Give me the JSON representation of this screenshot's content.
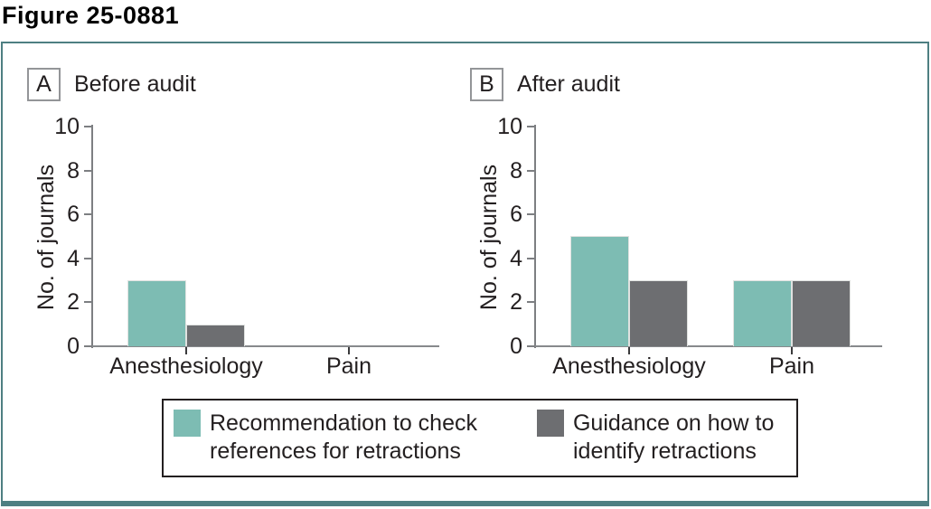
{
  "title": "Figure 25-0881",
  "colors": {
    "teal": "#7dbcb3",
    "gray": "#6d6e71",
    "frame_border": "#4e7f82",
    "axis_line": "#87898c",
    "text": "#231f20"
  },
  "panels": [
    {
      "letter": "A",
      "title": "Before audit"
    },
    {
      "letter": "B",
      "title": "After audit"
    }
  ],
  "legend": {
    "items": [
      {
        "color": "#7dbcb3",
        "lines": [
          "Recommendation to check",
          "references for retractions"
        ]
      },
      {
        "color": "#6d6e71",
        "lines": [
          "Guidance on how to",
          "identify retractions"
        ]
      }
    ]
  },
  "chart_data": [
    {
      "type": "bar",
      "panel": "A",
      "title": "Before audit",
      "categories": [
        "Anesthesiology",
        "Pain"
      ],
      "series": [
        {
          "name": "Recommendation to check references for retractions",
          "color": "#7dbcb3",
          "values": [
            3,
            0
          ]
        },
        {
          "name": "Guidance on how to identify retractions",
          "color": "#6d6e71",
          "values": [
            1,
            0
          ]
        }
      ],
      "xlabel": "",
      "ylabel": "No. of journals",
      "ylim": [
        0,
        10
      ],
      "yticks": [
        0,
        2,
        4,
        6,
        8,
        10
      ],
      "grid": false,
      "legend_position": "bottom"
    },
    {
      "type": "bar",
      "panel": "B",
      "title": "After audit",
      "categories": [
        "Anesthesiology",
        "Pain"
      ],
      "series": [
        {
          "name": "Recommendation to check references for retractions",
          "color": "#7dbcb3",
          "values": [
            5,
            3
          ]
        },
        {
          "name": "Guidance on how to identify retractions",
          "color": "#6d6e71",
          "values": [
            3,
            3
          ]
        }
      ],
      "xlabel": "",
      "ylabel": "No. of journals",
      "ylim": [
        0,
        10
      ],
      "yticks": [
        0,
        2,
        4,
        6,
        8,
        10
      ],
      "grid": false,
      "legend_position": "bottom"
    }
  ]
}
